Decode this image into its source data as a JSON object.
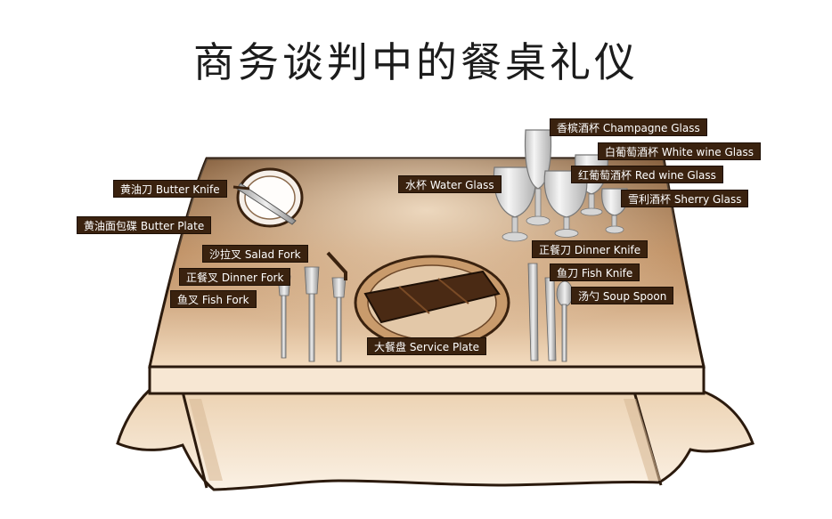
{
  "title": "商务谈判中的餐桌礼仪",
  "colors": {
    "table_top_light": "#f3dcc0",
    "table_top_dark": "#6f4521",
    "cloth": "#f6e6d2",
    "cloth_shadow": "#d9bb97",
    "outline": "#2b1a0d",
    "label_bg": "#3a220f",
    "silver": "#c9c9c9",
    "napkin": "#4a2a14"
  },
  "labels": {
    "butter_knife": "黄油刀 Butter Knife",
    "butter_plate": "黄油面包碟 Butter Plate",
    "salad_fork": "沙拉叉 Salad Fork",
    "dinner_fork": "正餐叉 Dinner Fork",
    "fish_fork": "鱼叉 Fish Fork",
    "water_glass": "水杯 Water Glass",
    "champagne_glass": "香槟酒杯 Champagne Glass",
    "white_wine_glass": "白葡萄酒杯 White wine Glass",
    "red_wine_glass": "红葡萄酒杯 Red wine Glass",
    "sherry_glass": "雪利酒杯 Sherry Glass",
    "dinner_knife": "正餐刀 Dinner Knife",
    "fish_knife": "鱼刀 Fish Knife",
    "soup_spoon": "汤勺 Soup Spoon",
    "service_plate": "大餐盘 Service Plate"
  }
}
